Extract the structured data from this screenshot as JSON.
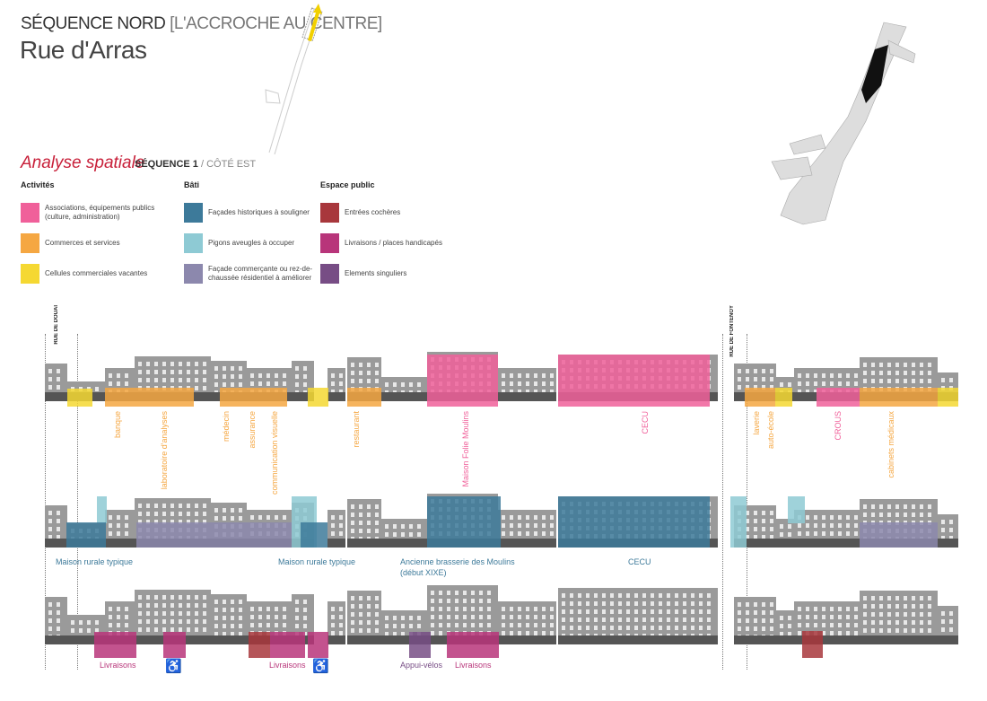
{
  "header": {
    "title_main": "SÉQUENCE NORD",
    "title_bracket": "[L'ACCROCHE AU CENTRE]",
    "street_name": "Rue d'Arras"
  },
  "section": {
    "title": "Analyse spatiale",
    "sequence": "SÉQUENCE 1",
    "side": "/ CÔTÉ EST"
  },
  "legend": {
    "groups": [
      {
        "title": "Activités",
        "items": [
          {
            "label": "Associations, équipements publics (culture, administration)",
            "color": "#f0609a"
          },
          {
            "label": "Commerces et services",
            "color": "#f5a742"
          },
          {
            "label": "Cellules commerciales vacantes",
            "color": "#f5d832"
          }
        ]
      },
      {
        "title": "Bâti",
        "items": [
          {
            "label": "Façades historiques à souligner",
            "color": "#3d7a9a"
          },
          {
            "label": "Pigons aveugles à occuper",
            "color": "#8ecad4"
          },
          {
            "label": "Façade commerçante ou rez-de-chaussée résidentiel à améliorer",
            "color": "#8c88ad"
          }
        ]
      },
      {
        "title": "Espace public",
        "items": [
          {
            "label": "Entrées cochères",
            "color": "#a8373c"
          },
          {
            "label": "Livraisons / places handicapés",
            "color": "#b8357a"
          },
          {
            "label": "Elements singuliers",
            "color": "#774d85"
          }
        ]
      }
    ]
  },
  "streets": {
    "west": "RUE DE DOUAI",
    "east": "RUE DE FONTENOY"
  },
  "row1_labels": [
    "banque",
    "laboratoire d'analyses",
    "médecin",
    "assurance",
    "communication visuelle",
    "restaurant",
    "Maison Folie Moulins",
    "CECU",
    "laverie",
    "auto-école",
    "CROUS",
    "cabinets médicaux"
  ],
  "row2_labels": [
    "Maison rurale typique",
    "Maison rurale typique",
    "Ancienne brasserie des Moulins",
    "(début XIXE)",
    "CECU"
  ],
  "row3_labels": [
    "Livraisons",
    "Livraisons",
    "Appui-vélos",
    "Livraisons"
  ],
  "icons": {
    "wheelchair": "♿"
  }
}
